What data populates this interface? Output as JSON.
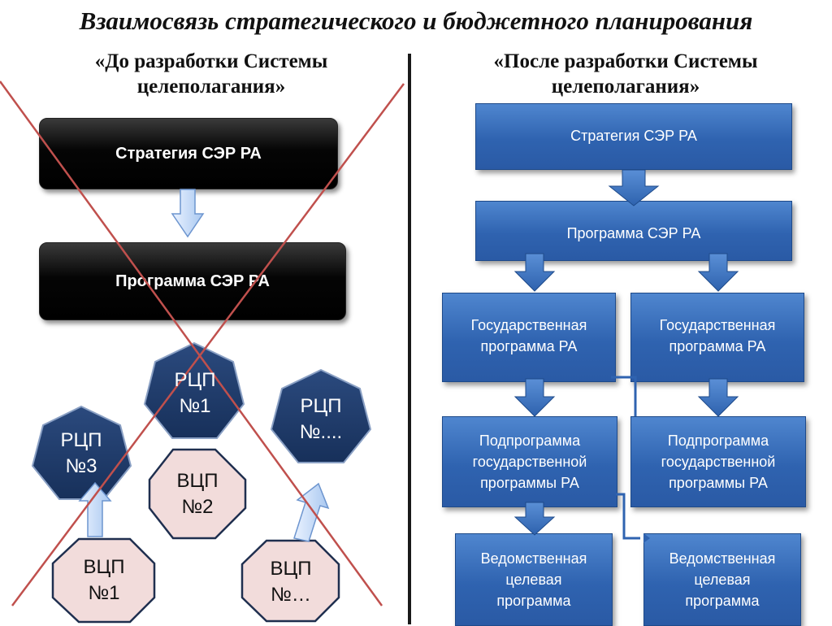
{
  "title": "Взаимосвязь стратегического и бюджетного планирования",
  "left": {
    "heading": "«До разработки Системы целеполагания»",
    "boxes": {
      "strategy": "Стратегия СЭР РА",
      "program": "Программа СЭР РА"
    },
    "shapes": {
      "rcp1": "РЦП\n№1",
      "rcp3": "РЦП\n№3",
      "rcp_etc": "РЦП\n№....",
      "vcp2": "ВЦП\n№2",
      "vcp1": "ВЦП\n№1",
      "vcp_etc": "ВЦП\n№…"
    }
  },
  "right": {
    "heading": "«После разработки Системы целеполагания»",
    "boxes": {
      "strategy": "Стратегия СЭР РА",
      "program": "Программа СЭР РА",
      "gov_program_left": "Государственная\nпрограмма РА",
      "gov_program_right": "Государственная\nпрограмма РА",
      "subprogram_left": "Подпрограмма\nгосударственной\nпрограммы РА",
      "subprogram_right": "Подпрограмма\nгосударственной\nпрограммы РА",
      "dept_program_left": "Ведомственная\nцелевая\nпрограмма",
      "dept_program_right": "Ведомственная\nцелевая\nпрограмма"
    }
  },
  "colors": {
    "blue_box": "#2f63b0",
    "dark_navy_shape": "#1f3864",
    "pink_shape": "#f2dcdb",
    "cross_line": "#c0504d",
    "arrow_blue": "#3f74c0"
  }
}
